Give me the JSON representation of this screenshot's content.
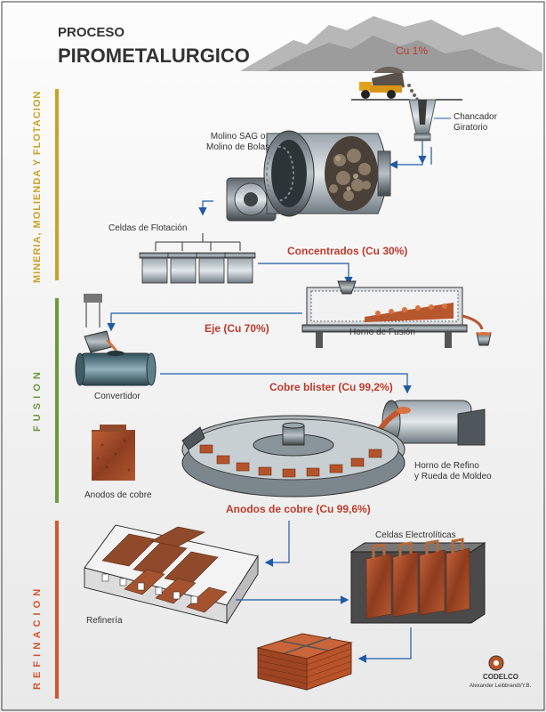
{
  "header": {
    "title_line1": "PROCESO",
    "title_line2": "PIROMETALURGICO"
  },
  "stages": [
    {
      "label": "MINERIA, MOLIENDA Y FLOTACION",
      "color": "#c9a227"
    },
    {
      "label": "F U S I O N",
      "color": "#6a9a3a"
    },
    {
      "label": "R E F I N A C I O N",
      "color": "#d9542b"
    }
  ],
  "labels": {
    "cu_ore": "Cu 1%",
    "crusher_line1": "Chancador",
    "crusher_line2": "Giratorio",
    "mill_line1": "Molino SAG o",
    "mill_line2": "Molino de Bolas",
    "flotation_cells": "Celdas de Flotación",
    "concentrates": "Concentrados (Cu 30%)",
    "matte": "Eje (Cu 70%)",
    "smelting_furnace": "Horno de Fusión",
    "converter": "Convertidor",
    "blister": "Cobre blister (Cu 99,2%)",
    "anode_copper_small": "Anodos de cobre",
    "refining_line1": "Horno de Refino",
    "refining_line2": "y Rueda de Moldeo",
    "anodes_big": "Anodos de cobre (Cu 99,6%)",
    "electrolytic_cells": "Celdas Electrolíticas",
    "refinery": "Refinería"
  },
  "footer": {
    "logo_text": "CODELCO",
    "credit": "Alexander Leibbrandt/Y.B."
  }
}
